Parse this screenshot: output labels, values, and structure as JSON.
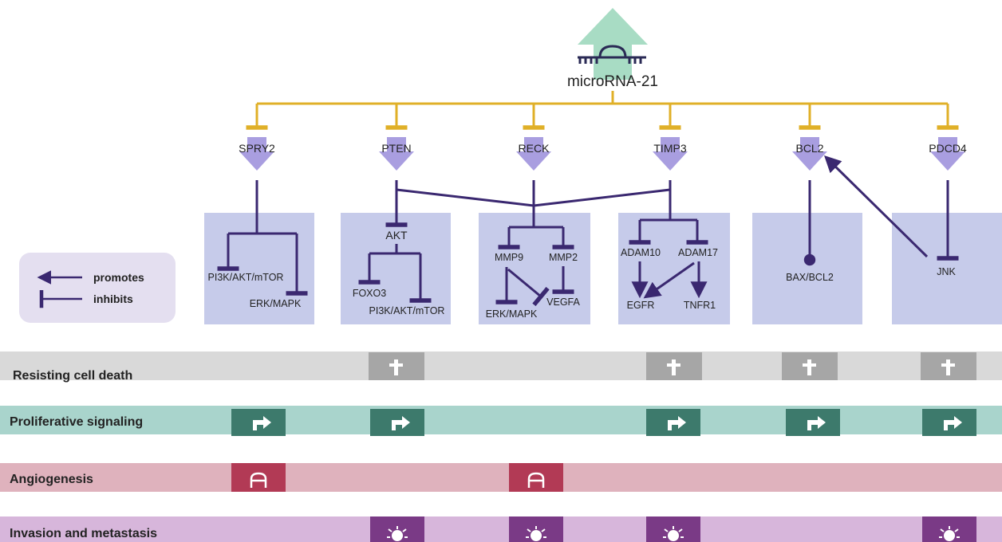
{
  "mirna": {
    "label": "microRNA-21"
  },
  "targets": [
    {
      "label": "SPRY2"
    },
    {
      "label": "PTEN"
    },
    {
      "label": "RECK"
    },
    {
      "label": "TIMP3"
    },
    {
      "label": "BCL2"
    },
    {
      "label": "PDCD4"
    }
  ],
  "pathways": {
    "spry2": {
      "a": "PI3K/AKT/mTOR",
      "b": "ERK/MAPK"
    },
    "pten": {
      "akt": "AKT",
      "foxo3": "FOXO3",
      "pi3k": "PI3K/AKT/mTOR"
    },
    "reck": {
      "mmp9": "MMP9",
      "mmp2": "MMP2",
      "erk": "ERK/MAPK",
      "vegfa": "VEGFA"
    },
    "timp3": {
      "adam10": "ADAM10",
      "adam17": "ADAM17",
      "egfr": "EGFR",
      "tnfr1": "TNFR1"
    },
    "bcl2": {
      "baxbcl2": "BAX/BCL2"
    },
    "pdcd4": {
      "jnk": "JNK"
    }
  },
  "legend": {
    "promotes": "promotes",
    "inhibits": "inhibits"
  },
  "hallmarks": [
    {
      "label": "Resisting cell death",
      "color": "#3a3a3a",
      "band": "#d9d9d9",
      "box": "#a6a6a6",
      "icon": "cross-icon"
    },
    {
      "label": "Proliferative signaling",
      "color": "#2e6e60",
      "band": "#a9d4cc",
      "box": "#3d7a6c",
      "icon": "turn-arrow-icon"
    },
    {
      "label": "Angiogenesis",
      "color": "#b23a5a",
      "band": "#dfb2bd",
      "box": "#b23a55",
      "icon": "vessel-icon"
    },
    {
      "label": "Invasion and metastasis",
      "color": "#6a2a8a",
      "band": "#d7b6db",
      "box": "#7a3a86",
      "icon": "starburst-icon"
    }
  ],
  "colors": {
    "gold": "#e0b028",
    "purple": "#3a2870",
    "target": "#a99ee0",
    "pathwayBox": "#c6cbea",
    "upArrow": "#a8dcc4",
    "legendBox": "#e4dff0"
  }
}
